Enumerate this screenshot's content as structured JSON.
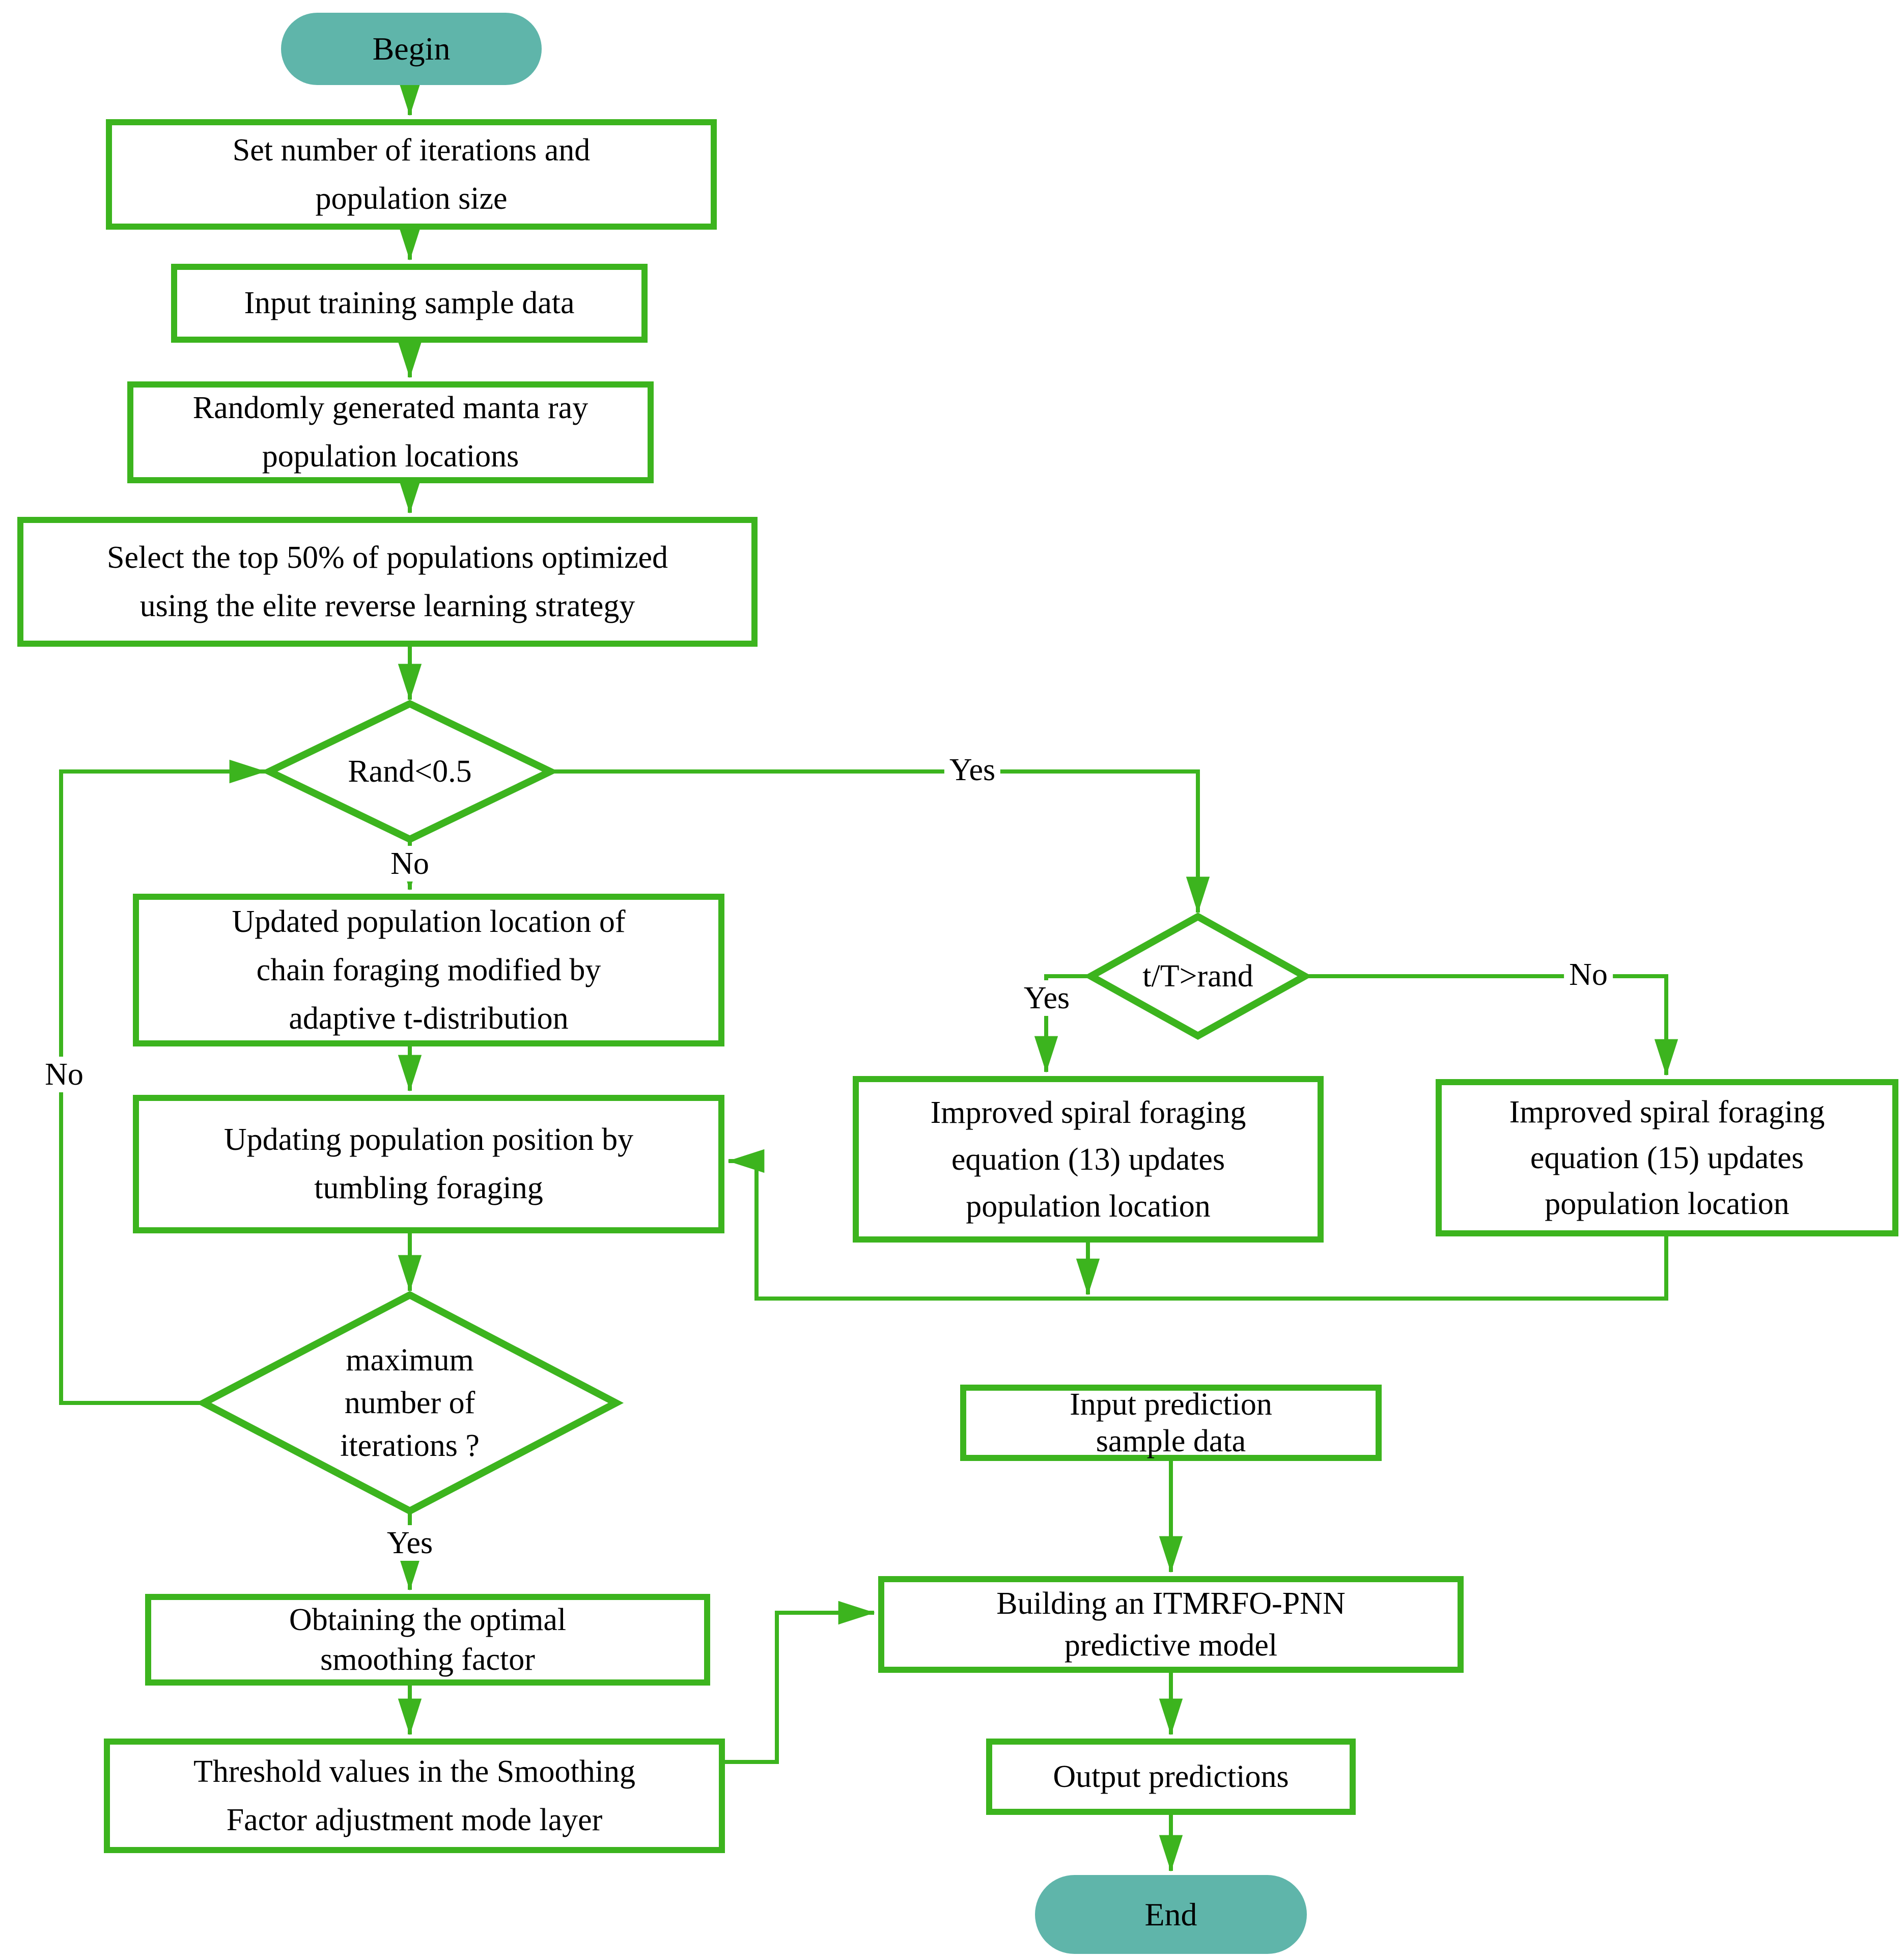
{
  "diagram": {
    "title": "ITMRFO-PNN algorithm flowchart",
    "colors": {
      "accent_green": "#3cb41e",
      "terminal_teal": "#5fb5aa",
      "text": "#000000",
      "background": "#ffffff"
    },
    "nodes": {
      "begin": {
        "label": "Begin"
      },
      "set_iterations": {
        "lines": [
          "Set number of iterations and",
          "population size"
        ]
      },
      "input_training": {
        "lines": [
          "Input training sample data"
        ]
      },
      "random_population": {
        "lines": [
          "Randomly generated manta ray",
          "population locations"
        ]
      },
      "select_top50": {
        "lines": [
          "Select the top 50% of populations optimized",
          "using the elite reverse learning strategy"
        ]
      },
      "rand_decision": {
        "label": "Rand<0.5"
      },
      "chain_foraging": {
        "lines": [
          "Updated population location of",
          "chain foraging modified by",
          "adaptive t-distribution"
        ]
      },
      "tumbling_foraging": {
        "lines": [
          "Updating population position by",
          "tumbling foraging"
        ]
      },
      "max_iterations_decision": {
        "lines": [
          "maximum",
          "number of",
          "iterations ?"
        ]
      },
      "obtain_smoothing": {
        "lines": [
          "Obtaining the optimal",
          "smoothing factor"
        ]
      },
      "threshold_values": {
        "lines": [
          "Threshold values in the Smoothing",
          "Factor adjustment mode layer"
        ]
      },
      "tt_rand_decision": {
        "label": "t/T>rand"
      },
      "spiral_eq13": {
        "lines": [
          "Improved spiral foraging",
          "equation (13) updates",
          "population location"
        ]
      },
      "spiral_eq15": {
        "lines": [
          "Improved spiral foraging",
          "equation (15) updates",
          "population location"
        ]
      },
      "input_prediction": {
        "lines": [
          "Input prediction",
          "sample data"
        ]
      },
      "build_model": {
        "lines": [
          "Building an ITMRFO-PNN",
          "predictive model"
        ]
      },
      "output_predictions": {
        "lines": [
          "Output predictions"
        ]
      },
      "end": {
        "label": "End"
      }
    },
    "edge_labels": {
      "rand_yes": "Yes",
      "rand_no": "No",
      "tt_yes": "Yes",
      "tt_no": "No",
      "max_yes": "Yes",
      "loop_no": "No"
    }
  }
}
